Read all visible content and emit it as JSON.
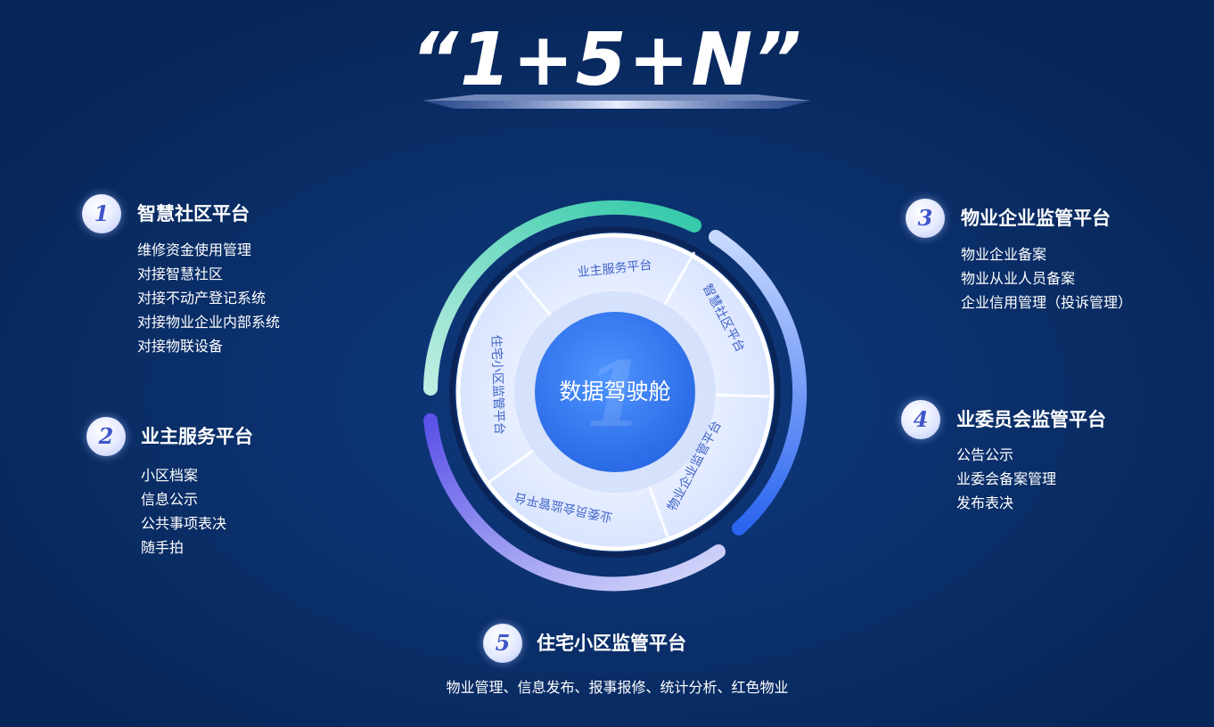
{
  "title": "“1+5+N”",
  "center": {
    "label": "数据驾驶舱",
    "watermark": "1"
  },
  "ring_segments": [
    "业主服务平台",
    "智慧社区平台",
    "物业企业监管平台",
    "业委员会监管平台",
    "住宅小区监管平台"
  ],
  "platforms": [
    {
      "number": "1",
      "title": "智慧社区平台",
      "items": [
        "维修资金使用管理",
        "对接智慧社区",
        "对接不动产登记系统",
        "对接物业企业内部系统",
        "对接物联设备"
      ]
    },
    {
      "number": "2",
      "title": "业主服务平台",
      "items": [
        "小区档案",
        "信息公示",
        "公共事项表决",
        "随手拍"
      ]
    },
    {
      "number": "3",
      "title": "物业企业监管平台",
      "items": [
        "物业企业备案",
        "物业从业人员备案",
        "企业信用管理（投诉管理）"
      ]
    },
    {
      "number": "4",
      "title": "业委员会监管平台",
      "items": [
        "公告公示",
        "业委会备案管理",
        "发布表决"
      ]
    },
    {
      "number": "5",
      "title": "住宅小区监管平台",
      "items": [
        "物业管理、信息发布、报事报修、统计分析、红色物业"
      ]
    }
  ],
  "colors": {
    "background": "#082a62",
    "ring_teal": "#3fd0b0",
    "ring_blue": "#2f6cf0",
    "ring_violet": "#6f68ee",
    "center_blue": "#2f74ec"
  }
}
